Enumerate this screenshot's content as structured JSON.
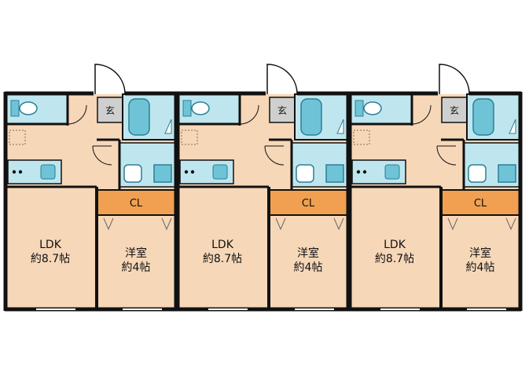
{
  "colors": {
    "floor": "#f6d7b8",
    "wall": "#111111",
    "closet": "#f0a050",
    "wet": "#bfe6ef",
    "entrance": "#cfcfcf",
    "fixture": "#6fc3d6"
  },
  "units": [
    {
      "ldk": {
        "name": "LDK",
        "area": "約8.7帖"
      },
      "bedroom": {
        "name": "洋室",
        "area": "約4帖"
      },
      "closet": {
        "label": "CL"
      },
      "entrance": {
        "label": "玄"
      }
    },
    {
      "ldk": {
        "name": "LDK",
        "area": "約8.7帖"
      },
      "bedroom": {
        "name": "洋室",
        "area": "約4帖"
      },
      "closet": {
        "label": "CL"
      },
      "entrance": {
        "label": "玄"
      }
    },
    {
      "ldk": {
        "name": "LDK",
        "area": "約8.7帖"
      },
      "bedroom": {
        "name": "洋室",
        "area": "約4帖"
      },
      "closet": {
        "label": "CL"
      },
      "entrance": {
        "label": "玄"
      }
    }
  ]
}
